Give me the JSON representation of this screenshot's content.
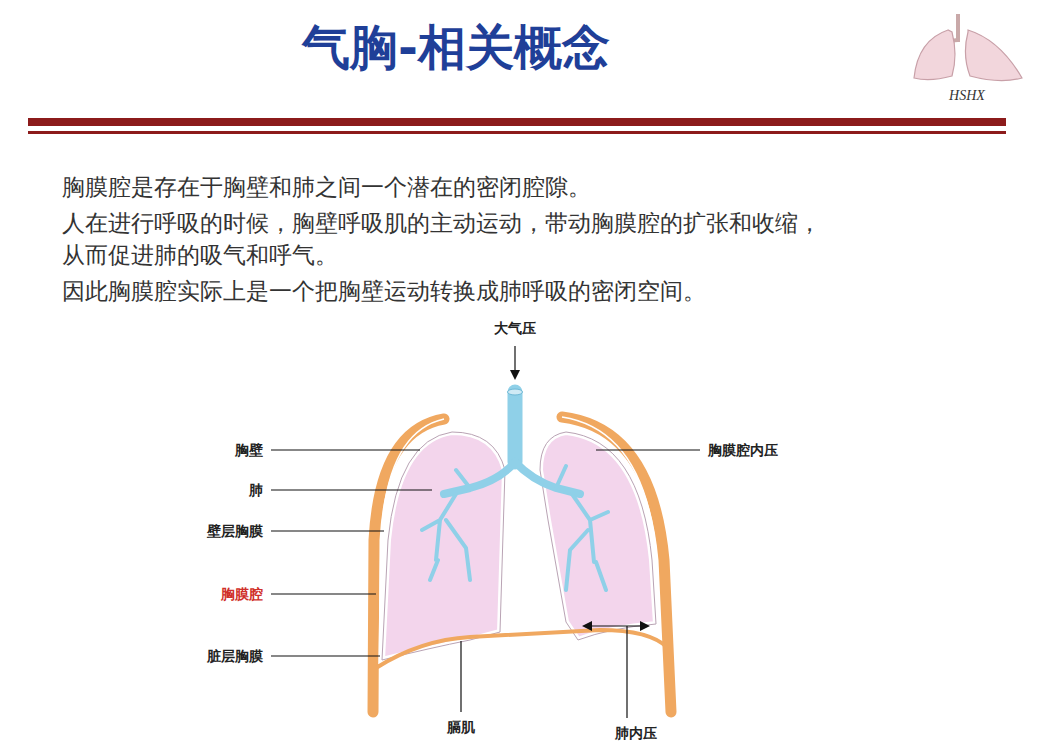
{
  "diagram": {
    "title": "气胸-相关概念",
    "labels": [
      "胸膜腔是存在于胸壁和肺之间一个潜在的密闭腔隙。",
      "人在进行呼吸的时候，胸壁呼吸肌的主动运动，带动胸膜腔的扩张和收缩，",
      "从而促进肺的吸气和呼气。",
      "因此胸膜腔实际上是一个把胸壁运动转换成肺呼吸的密闭空间。",
      "大气压",
      "胸壁",
      "肺",
      "壁层胸膜",
      "胸膜腔",
      "脏层胸膜",
      "膈肌",
      "肺内压",
      "胸膜腔内压",
      "HSHX"
    ]
  }
}
